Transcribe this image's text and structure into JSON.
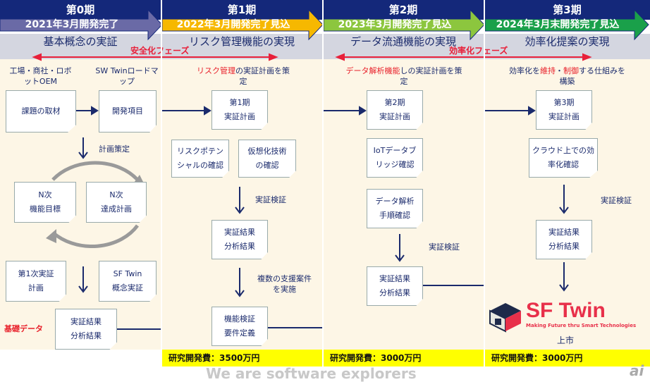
{
  "phases": [
    {
      "period": "第0期",
      "status": "2021年3月開発完了",
      "theme": "基本概念の実証",
      "color": "#6a6aa6"
    },
    {
      "period": "第1期",
      "status": "2022年3月開発完了見込",
      "theme": "リスク管理機能の実現",
      "color": "#f6b800"
    },
    {
      "period": "第2期",
      "status": "2023年3月開発完了見込",
      "theme": "データ流通機能の実現",
      "color": "#8cc63e"
    },
    {
      "period": "第3期",
      "status": "2024年3月末開発完了見込",
      "theme": "効率化提案の実現",
      "color": "#1aa04a"
    }
  ],
  "phase_bands": {
    "safety": "安全化フェーズ",
    "efficiency": "効率化フェーズ"
  },
  "col0": {
    "left_head": "工場・商社・ロボットOEM",
    "right_head": "SW Twinロードマップ",
    "b1": "課題の取材",
    "b2": "開発項目",
    "plan": "計画策定",
    "b3": "N次\n機能目標",
    "b4": "N次\n達成計画",
    "b5": "第1次実証\n計画",
    "b6": "SF Twin\n概念実証",
    "basic": "基礎データ",
    "b7": "実証結果\n分析結果"
  },
  "col1": {
    "head_red": "リスク管理",
    "head_rest": "の実証計画を策",
    "head_2": "定",
    "b1": "第1期\n実証計画",
    "b2": "リスクポテン\nシャルの確認",
    "b3": "仮想化技術\nの確認",
    "verify": "実証検証",
    "b4": "実証結果\n分析結果",
    "multi": "複数の支援案件\nを実施",
    "b5": "機能検証\n要件定義",
    "cost": "研究開発費：3500万円"
  },
  "col2": {
    "head_red": "データ解析機能",
    "head_rest": "しの実証計画を策",
    "head_2": "定",
    "b1": "第2期\n実証計画",
    "b2": "IoTデータブ\nリッジ確認",
    "b3": "データ解析\n手順確認",
    "verify": "実証検証",
    "b4": "実証結果\n分析結果",
    "cost": "研究開発費：3000万円"
  },
  "col3": {
    "head_a": "効率化を",
    "head_red1": "維持",
    "head_b": "・",
    "head_red2": "制御",
    "head_c": "する仕組みを",
    "head_2": "構築",
    "b1": "第3期\n実証計画",
    "b2": "クラウド上での効\n率化確認",
    "verify": "実証検証",
    "b3": "実証結果\n分析結果",
    "logo_title": "SF Twin",
    "logo_tagline": "Making Future thru Smart Technologies",
    "launch": "上市",
    "cost": "研究開発費：3000万円"
  },
  "footer": "We are software explorers",
  "watermark": "ai"
}
